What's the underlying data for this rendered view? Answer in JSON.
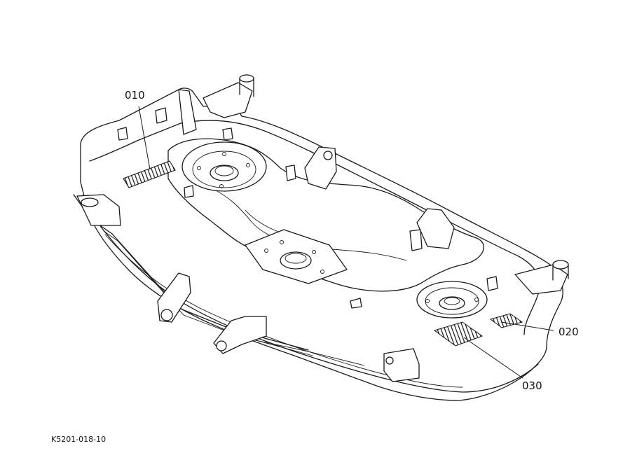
{
  "callouts": {
    "c010": "010",
    "c020": "020",
    "c030": "030"
  },
  "figure_number": "K5201-018-10",
  "colors": {
    "line": "#1a1a1a",
    "background": "#ffffff"
  }
}
